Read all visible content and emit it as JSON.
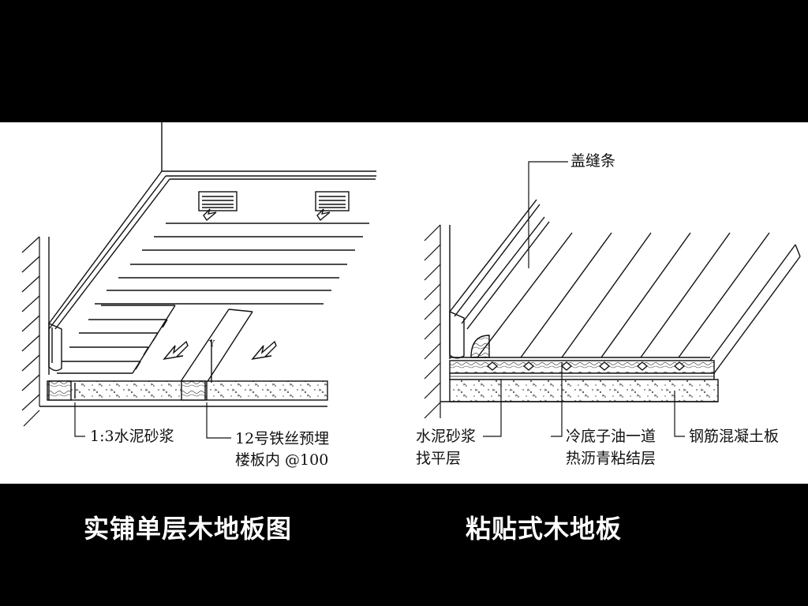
{
  "left_diagram": {
    "labels": {
      "mortar": "1:3水泥砂浆",
      "wire_line1": "12号铁丝预埋",
      "wire_line2": "楼板内 @100"
    }
  },
  "right_diagram": {
    "labels": {
      "cover_strip": "盖缝条",
      "leveling_line1": "水泥砂浆",
      "leveling_line2": "找平层",
      "adhesive_line1": "冷底子油一道",
      "adhesive_line2": "热沥青粘结层",
      "slab": "钢筋混凝土板"
    }
  },
  "captions": {
    "left": "实铺单层木地板图",
    "right": "粘贴式木地板"
  }
}
